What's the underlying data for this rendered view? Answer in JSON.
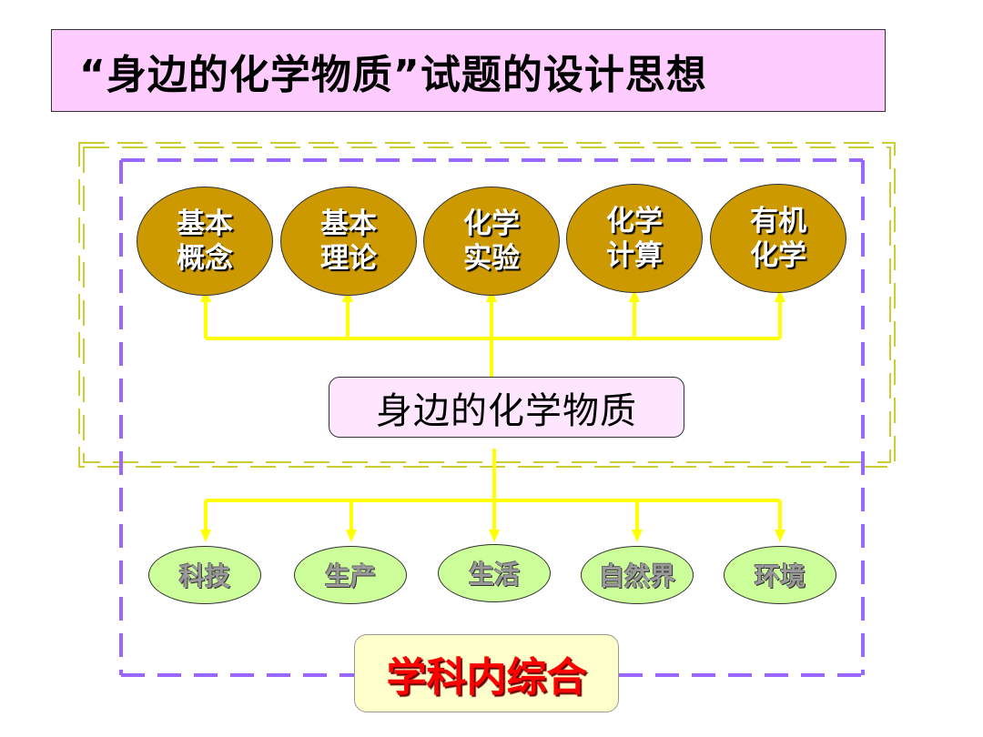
{
  "title": "“身边的化学物质”试题的设计思想",
  "center_label": "身边的化学物质",
  "bottom_label": "学科内综合",
  "top_topics": [
    {
      "line1": "基本",
      "line2": "概念"
    },
    {
      "line1": "基本",
      "line2": "理论"
    },
    {
      "line1": "化学",
      "line2": "实验"
    },
    {
      "line1": "化学",
      "line2": "计算"
    },
    {
      "line1": "有机",
      "line2": "化学"
    }
  ],
  "bottom_topics": [
    "科技",
    "生产",
    "生活",
    "自然界",
    "环境"
  ],
  "colors": {
    "title_bg": "#ffccff",
    "top_oval": "#cc9900",
    "bottom_oval": "#ccff99",
    "connector": "#ffff00",
    "inner_frame": "#cccc33",
    "outer_frame": "#9966ff",
    "bottom_text": "#ff0000"
  }
}
